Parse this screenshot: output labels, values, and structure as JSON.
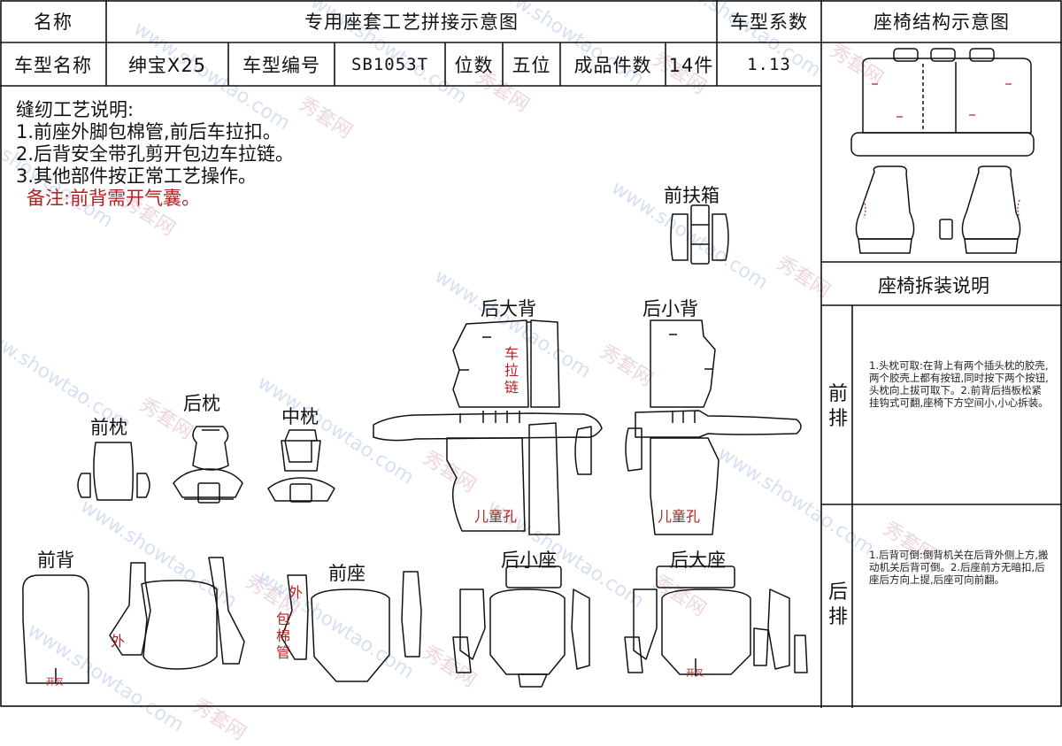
{
  "header": {
    "name_label": "名称",
    "title": "专用座套工艺拼接示意图",
    "coef_label": "车型系数",
    "struct_title": "座椅结构示意图"
  },
  "info": {
    "model_name_label": "车型名称",
    "model_name": "绅宝X25",
    "model_code_label": "车型编号",
    "model_code": "SB1053T",
    "seats_label": "位数",
    "seats": "五位",
    "pieces_label": "成品件数",
    "pieces": "14件",
    "coef": "1.13"
  },
  "notes": {
    "heading": "缝纫工艺说明:",
    "items": [
      "1.前座外脚包棉管,前后车拉扣。",
      "2.后背安全带孔剪开包边车拉链。",
      "3.其他部件按正常工艺操作。"
    ],
    "remark": "备注:前背需开气囊。"
  },
  "pieces": {
    "front_armrest": "前扶箱",
    "rear_big_back": "后大背",
    "rear_small_back": "后小背",
    "rear_pillow": "后枕",
    "front_pillow": "前枕",
    "middle_pillow": "中枕",
    "front_back": "前背",
    "front_seat": "前座",
    "rear_small_seat": "后小座",
    "rear_big_seat": "后大座"
  },
  "marks": {
    "zipper": "车拉链",
    "child_hole_1": "儿童孔",
    "child_hole_2": "儿童孔",
    "outer_1": "外",
    "outer_2": "外",
    "cotton_tube": "包棉管",
    "slit_1": "开叉",
    "slit_2": "开叉"
  },
  "side": {
    "disassembly_title": "座椅拆装说明",
    "front_row_label": "前排",
    "front_row_text": "1.头枕可取:在背上有两个插头枕的胶壳,两个胶壳上都有按钮,同时按下两个按钮,头枕向上拔可取下。2.前背后挡板松紧挂钩式可翻,座椅下方空间小,小心拆装。",
    "rear_row_label": "后排",
    "rear_row_text": "1.后背可倒:倒背机关在后背外侧上方,搬动机关后背可倒。2.后座前方无暗扣,后座后方向上提,后座可向前翻。"
  },
  "watermark": {
    "brand": "秀套网",
    "site": "www.showtao.com"
  },
  "colors": {
    "red": "#b21f1f",
    "line": "#111111"
  }
}
